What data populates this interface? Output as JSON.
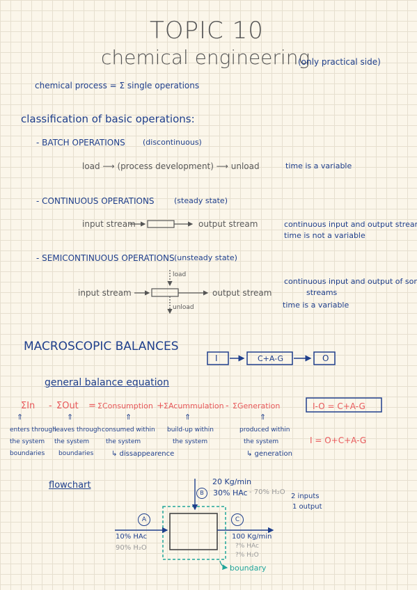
{
  "title": "TOPIC 10",
  "subtitle": "chemical engineering",
  "subtitle_note": "(only practical side)",
  "definition": "chemical process = Σ single operations",
  "classification_heading": "classification of basic operations:",
  "batch": {
    "label": "- BATCH OPERATIONS",
    "paren": "(discontinuous)",
    "flow": "load ⟶ (process development) ⟶ unload",
    "note": "time is a variable"
  },
  "continuous": {
    "label": "- CONTINUOUS OPERATIONS",
    "paren": "(steady state)",
    "input": "input stream",
    "output": "output stream",
    "note1": "continuous input and output streams",
    "note2": "time is not a variable"
  },
  "semicontinuous": {
    "label": "- SEMICONTINUOUS OPERATIONS",
    "paren": "(unsteady state)",
    "load": "load",
    "unload": "unload",
    "input": "input stream",
    "output": "output stream",
    "note1": "continuous input and output of some",
    "note2": "streams",
    "note3": "time is a variable"
  },
  "macro": {
    "heading": "MACROSCOPIC BALANCES",
    "box_i": "I",
    "box_mid": "C+A-G",
    "box_o": "O"
  },
  "general": {
    "heading": "general balance equation",
    "t_in": "ΣIn",
    "t_minus1": "-",
    "t_out": "ΣOut",
    "t_eq": "=",
    "t_c": "ΣConsumption",
    "t_plus": "+",
    "t_a": "ΣAcummulation",
    "t_minus2": "-",
    "t_g": "ΣGeneration",
    "box_eq": "I-O = C+A-G",
    "eq2": "I = O+C+A-G",
    "d_in": [
      "enters through",
      "the system",
      "boundaries"
    ],
    "d_out": [
      "leaves through",
      "the system",
      "boundaries"
    ],
    "d_c": [
      "consumed within",
      "the system",
      "↳ dissappearence"
    ],
    "d_a": [
      "build-up within",
      "the system"
    ],
    "d_g": [
      "produced within",
      "the system",
      "↳ generation"
    ]
  },
  "flowchart": {
    "heading": "flowchart",
    "b_label": "B",
    "b_flow": "20 Kg/min",
    "b_comp": "30% HAc",
    "b_comp2": "- 70% H₂O",
    "a_label": "A",
    "a_comp1": "10% HAc",
    "a_comp2": "90% H₂O",
    "c_label": "C",
    "c_flow": "100 Kg/min",
    "c_comp1": "?% HAc",
    "c_comp2": "?% H₂O",
    "boundary": "boundary",
    "io1": "2 inputs",
    "io2": "1 output"
  }
}
